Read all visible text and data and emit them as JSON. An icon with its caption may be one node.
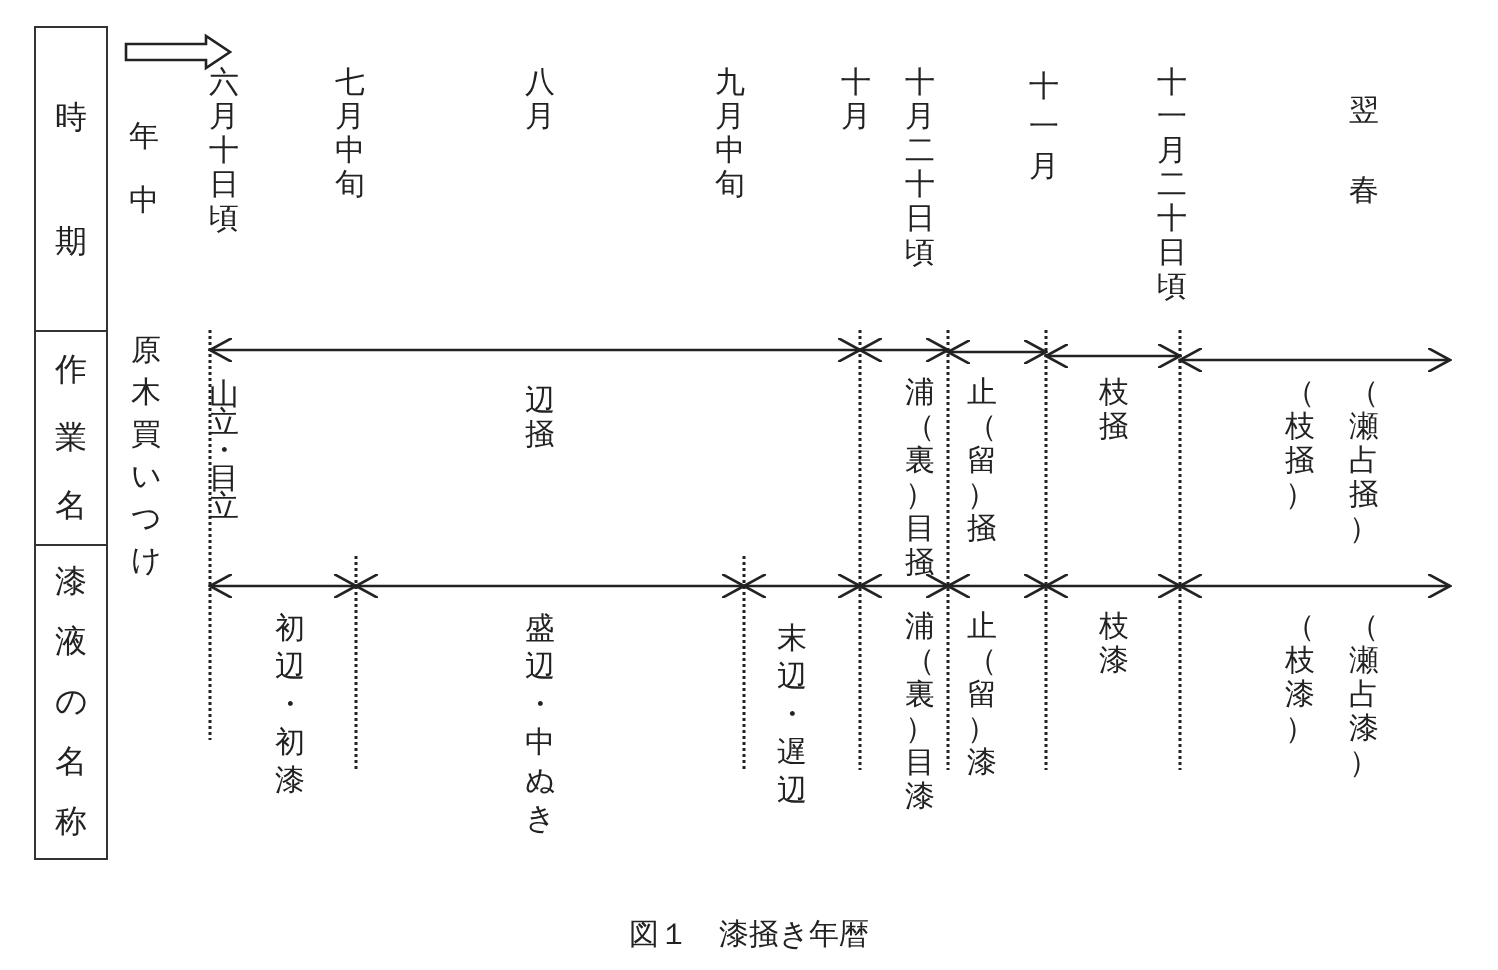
{
  "diagram": {
    "caption": "図１　漆掻き年暦",
    "nodes": [
      {
        "text": [
          "時期"
        ]
      },
      {
        "text": [
          "作業名"
        ]
      },
      {
        "text": [
          "漆液の名称"
        ]
      }
    ],
    "labels": [
      "年中",
      "六月十日頃",
      "七月中旬",
      "八月",
      "九月中旬",
      "十月",
      "十月二十日頃",
      "十一月",
      "十一月二十日頃",
      "翌春",
      "原木買いつけ",
      "山立・目立",
      "辺掻",
      "浦（裏）目掻",
      "止（留）掻",
      "枝掻",
      "（枝掻）",
      "（瀬占掻）",
      "初辺・初漆",
      "盛辺・中ぬき",
      "末辺・遅辺",
      "浦（裏）目漆",
      "止（留）漆",
      "枝漆",
      "（枝漆）",
      "（瀬占漆）"
    ]
  }
}
